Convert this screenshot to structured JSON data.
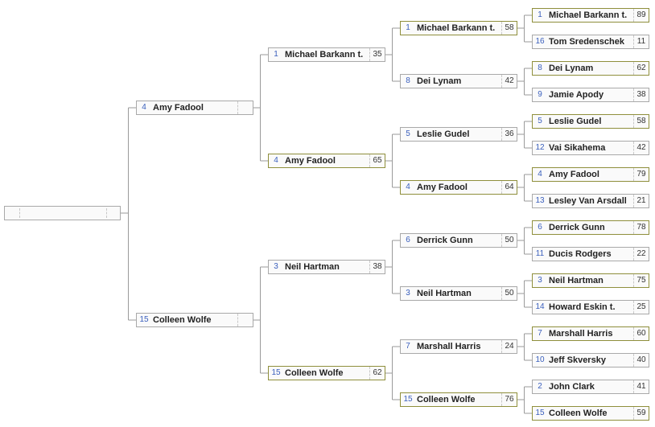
{
  "bracket": {
    "champion": {
      "seed": "",
      "name": "",
      "score": ""
    },
    "semifinal": [
      {
        "seed": "4",
        "name": "Amy Fadool",
        "score": ""
      },
      {
        "seed": "15",
        "name": "Colleen Wolfe",
        "score": ""
      }
    ],
    "quarterfinal": [
      {
        "seed": "1",
        "name": "Michael Barkann t.",
        "score": "35"
      },
      {
        "seed": "4",
        "name": "Amy Fadool",
        "score": "65"
      },
      {
        "seed": "3",
        "name": "Neil Hartman",
        "score": "38"
      },
      {
        "seed": "15",
        "name": "Colleen Wolfe",
        "score": "62"
      }
    ],
    "round_of_16": [
      {
        "seed": "1",
        "name": "Michael Barkann t.",
        "score": "58"
      },
      {
        "seed": "8",
        "name": "Dei Lynam",
        "score": "42"
      },
      {
        "seed": "5",
        "name": "Leslie Gudel",
        "score": "36"
      },
      {
        "seed": "4",
        "name": "Amy Fadool",
        "score": "64"
      },
      {
        "seed": "6",
        "name": "Derrick Gunn",
        "score": "50"
      },
      {
        "seed": "3",
        "name": "Neil Hartman",
        "score": "50"
      },
      {
        "seed": "7",
        "name": "Marshall Harris",
        "score": "24"
      },
      {
        "seed": "15",
        "name": "Colleen Wolfe",
        "score": "76"
      }
    ],
    "round_of_32": [
      {
        "seed": "1",
        "name": "Michael Barkann t.",
        "score": "89"
      },
      {
        "seed": "16",
        "name": "Tom Sredenschek",
        "score": "11"
      },
      {
        "seed": "8",
        "name": "Dei Lynam",
        "score": "62"
      },
      {
        "seed": "9",
        "name": "Jamie Apody",
        "score": "38"
      },
      {
        "seed": "5",
        "name": "Leslie Gudel",
        "score": "58"
      },
      {
        "seed": "12",
        "name": "Vai Sikahema",
        "score": "42"
      },
      {
        "seed": "4",
        "name": "Amy Fadool",
        "score": "79"
      },
      {
        "seed": "13",
        "name": "Lesley Van Arsdall",
        "score": "21"
      },
      {
        "seed": "6",
        "name": "Derrick Gunn",
        "score": "78"
      },
      {
        "seed": "11",
        "name": "Ducis Rodgers",
        "score": "22"
      },
      {
        "seed": "3",
        "name": "Neil Hartman",
        "score": "75"
      },
      {
        "seed": "14",
        "name": "Howard Eskin t.",
        "score": "25"
      },
      {
        "seed": "7",
        "name": "Marshall Harris",
        "score": "60"
      },
      {
        "seed": "10",
        "name": "Jeff Skversky",
        "score": "40"
      },
      {
        "seed": "2",
        "name": "John Clark",
        "score": "41"
      },
      {
        "seed": "15",
        "name": "Colleen Wolfe",
        "score": "59"
      }
    ]
  }
}
